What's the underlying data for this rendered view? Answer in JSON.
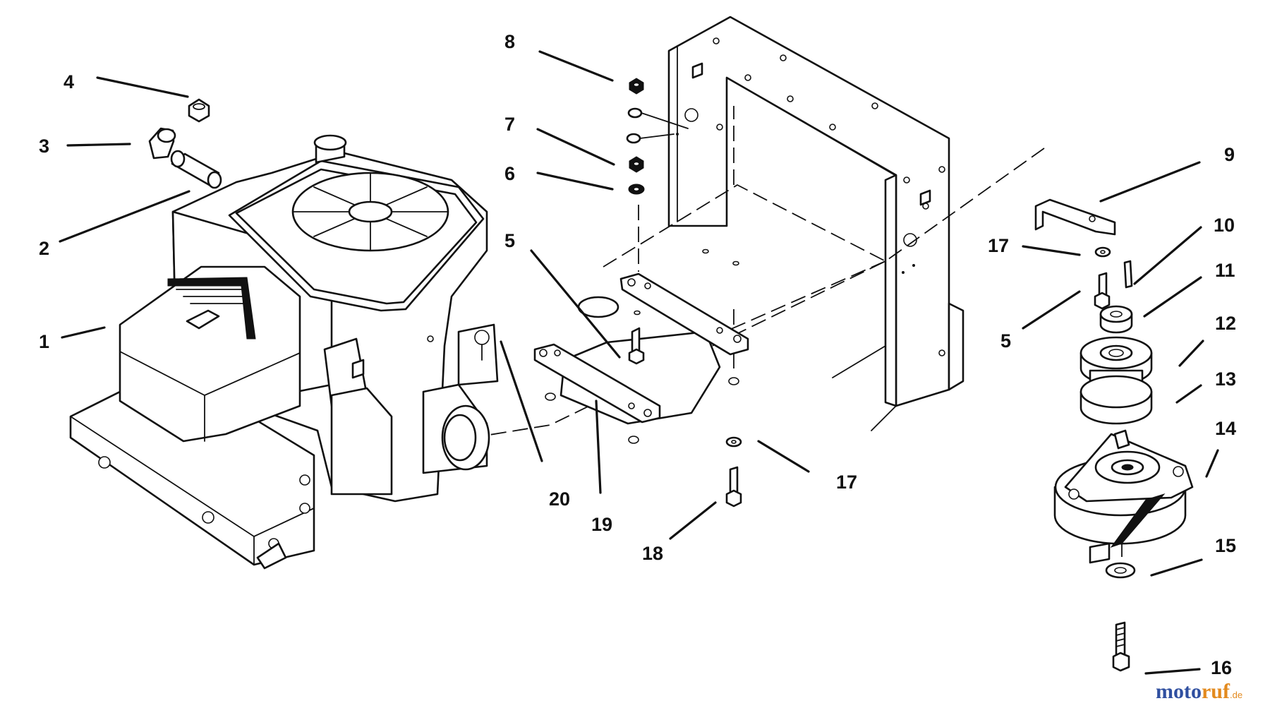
{
  "callouts": {
    "c1": "1",
    "c2": "2",
    "c3": "3",
    "c4": "4",
    "c5a": "5",
    "c5b": "5",
    "c6": "6",
    "c7": "7",
    "c8": "8",
    "c9": "9",
    "c10": "10",
    "c11": "11",
    "c12": "12",
    "c13": "13",
    "c14": "14",
    "c15": "15",
    "c16": "16",
    "c17a": "17",
    "c17b": "17",
    "c18": "18",
    "c19": "19",
    "c20": "20"
  },
  "watermark": {
    "part1": "moto",
    "part2": "ruf",
    "suffix": ".de"
  }
}
